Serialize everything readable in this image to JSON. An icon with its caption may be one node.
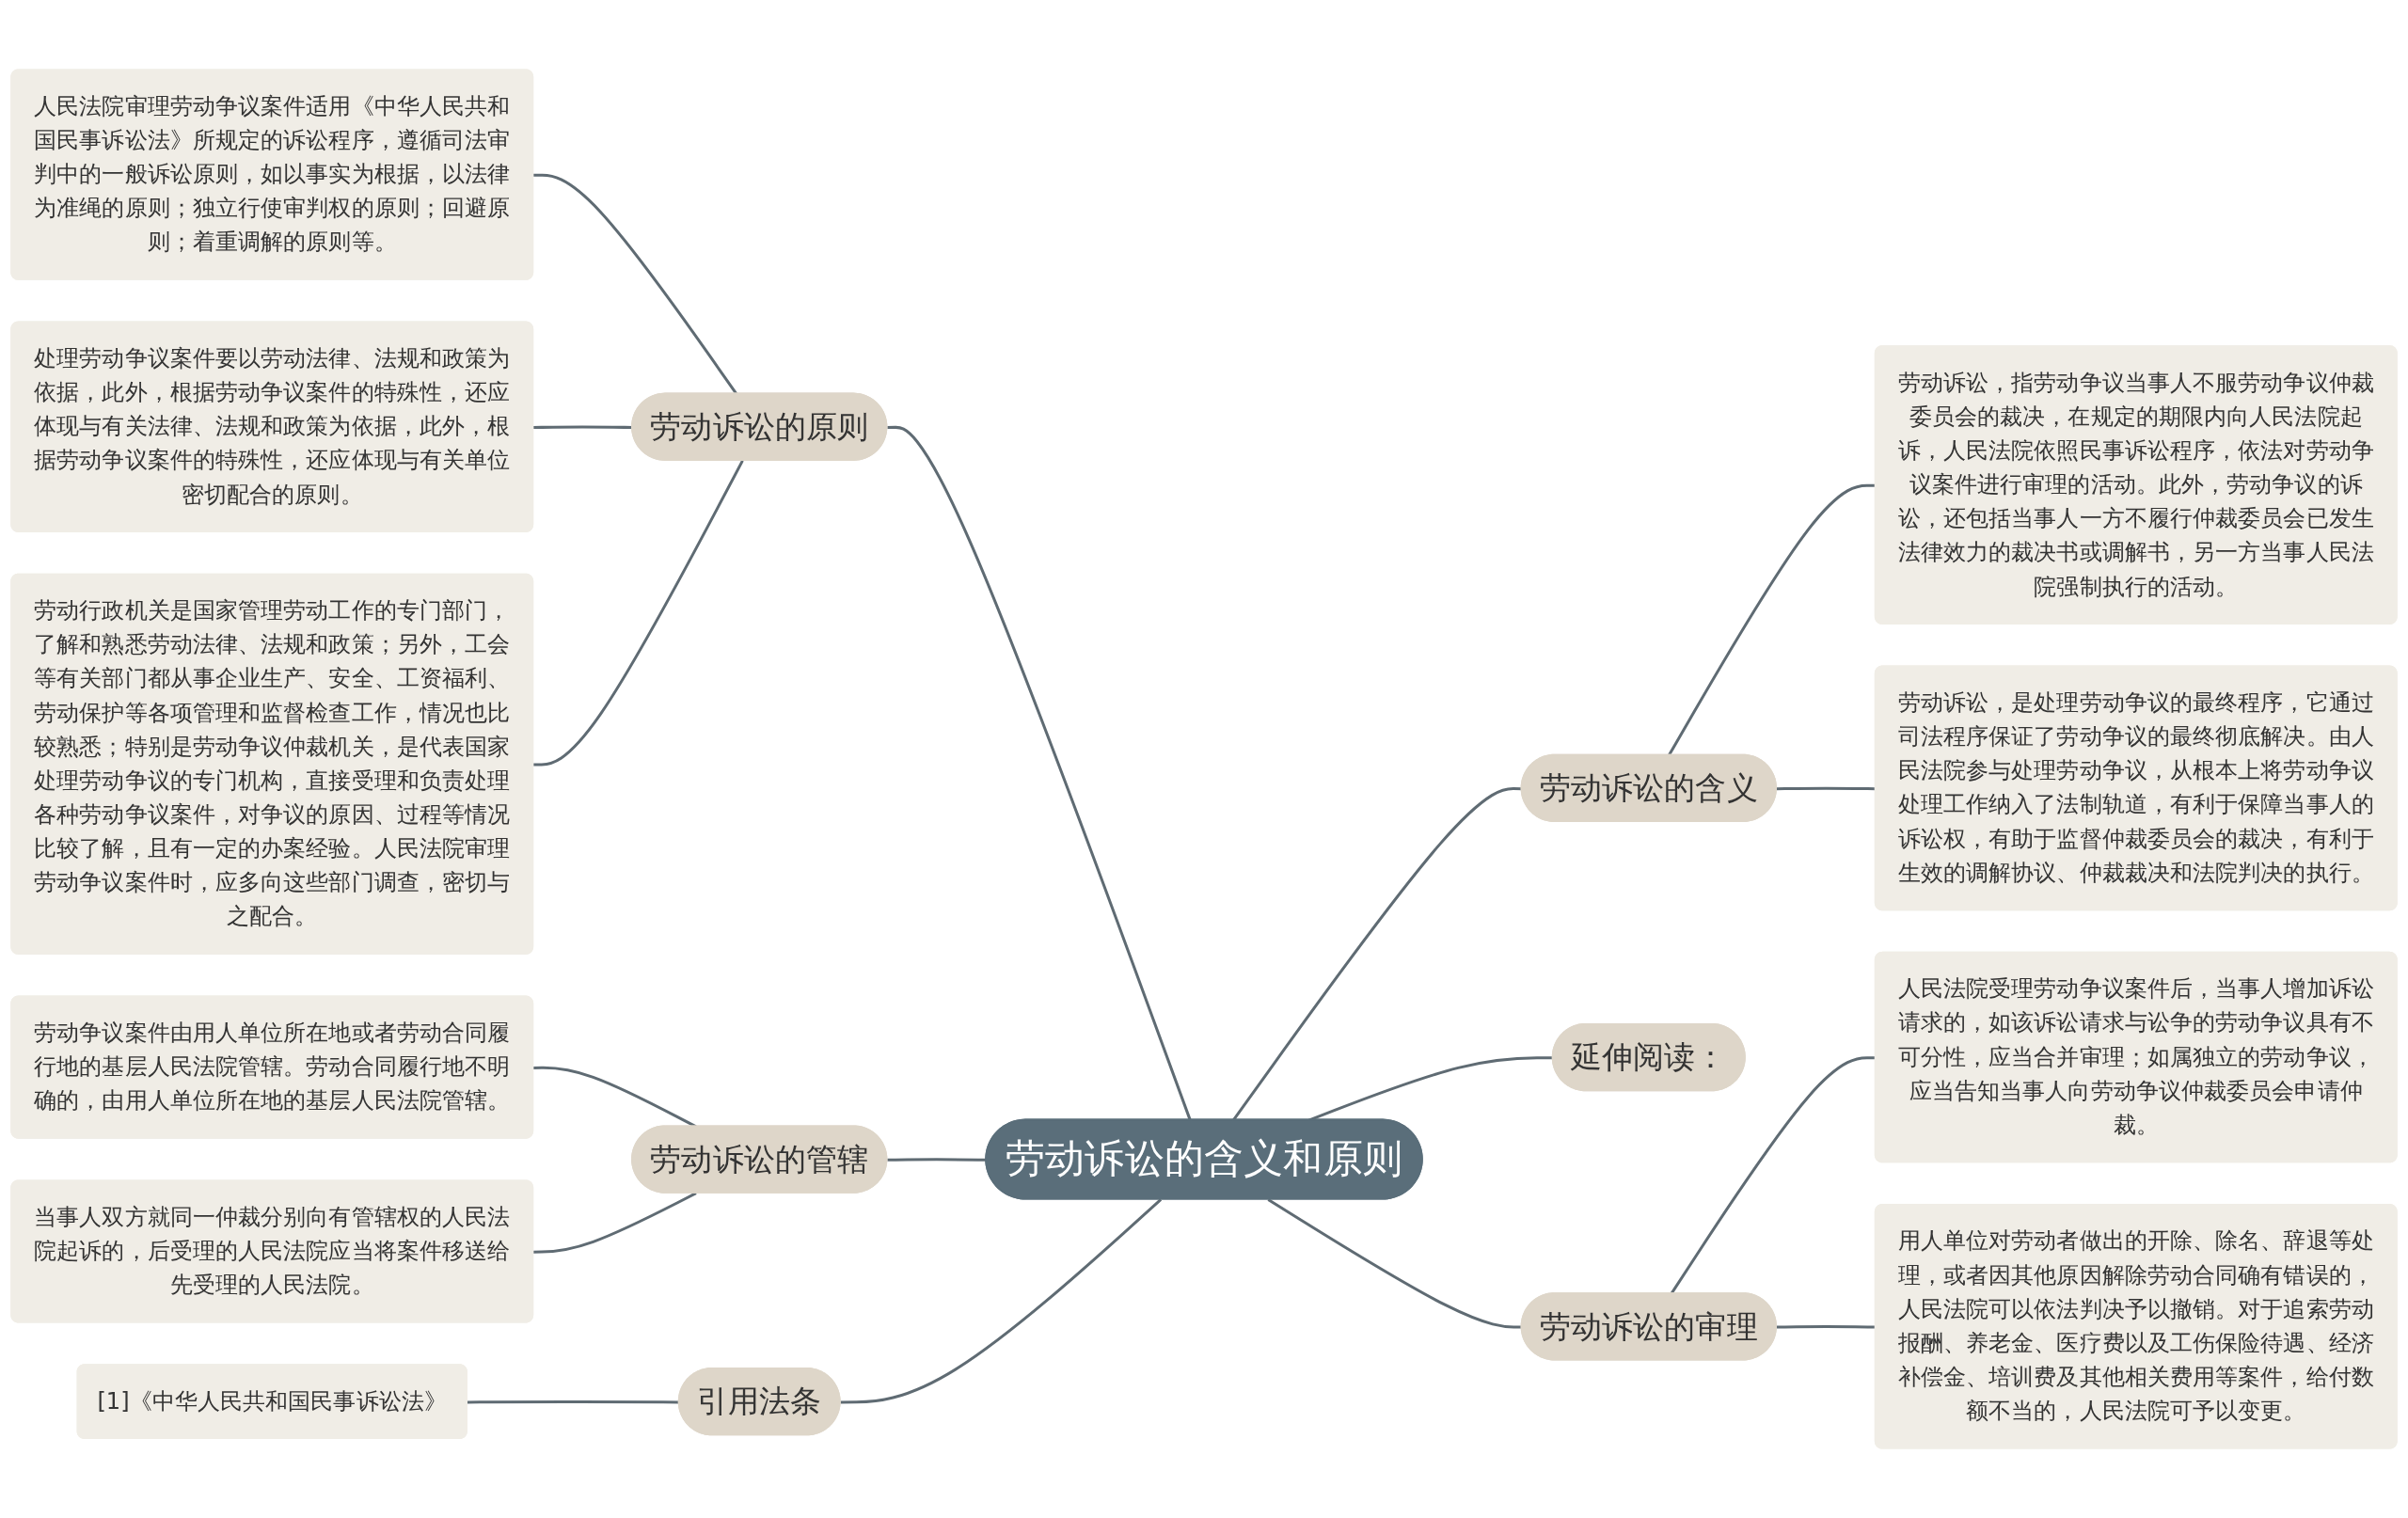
{
  "diagram": {
    "nodes": [
      {
        "text": [
          "劳动诉讼的含义和原则"
        ]
      },
      {
        "text": [
          "劳动诉讼的原则"
        ]
      },
      {
        "text": [
          "人民法院审理劳动争议案件适用《中华人民共和国民事诉讼法》所规定的诉讼程序，遵循司法审判中的一般诉讼原则，如以事实为根据，以法律为准绳的原则；独立行使审判权的原则；回避原则；着重调解的原则等。"
        ]
      },
      {
        "text": [
          "处理劳动争议案件要以劳动法律、法规和政策为依据，此外，根据劳动争议案件的特殊性，还应体现与有关法律、法规和政策为依据，此外，根据劳动争议案件的特殊性，还应体现与有关单位密切配合的原则。"
        ]
      },
      {
        "text": [
          "劳动行政机关是国家管理劳动工作的专门部门，了解和熟悉劳动法律、法规和政策；另外，工会等有关部门都从事企业生产、安全、工资福利、劳动保护等各项管理和监督检查工作，情况也比较熟悉；特别是劳动争议仲裁机关，是代表国家处理劳动争议的专门机构，直接受理和负责处理各种劳动争议案件，对争议的原因、过程等情况比较了解，且有一定的办案经验。人民法院审理劳动争议案件时，应多向这些部门调查，密切与之配合。"
        ]
      },
      {
        "text": [
          "劳动诉讼的管辖"
        ]
      },
      {
        "text": [
          "劳动争议案件由用人单位所在地或者劳动合同履行地的基层人民法院管辖。劳动合同履行地不明确的，由用人单位所在地的基层人民法院管辖。"
        ]
      },
      {
        "text": [
          "当事人双方就同一仲裁分别向有管辖权的人民法院起诉的，后受理的人民法院应当将案件移送给先受理的人民法院。"
        ]
      },
      {
        "text": [
          "引用法条"
        ]
      },
      {
        "text": [
          "[1]《中华人民共和国民事诉讼法》"
        ]
      },
      {
        "text": [
          "劳动诉讼的含义"
        ]
      },
      {
        "text": [
          "劳动诉讼，指劳动争议当事人不服劳动争议仲裁委员会的裁决，在规定的期限内向人民法院起诉，人民法院依照民事诉讼程序，依法对劳动争议案件进行审理的活动。此外，劳动争议的诉讼，还包括当事人一方不履行仲裁委员会已发生法律效力的裁决书或调解书，另一方当事人民法院强制执行的活动。"
        ]
      },
      {
        "text": [
          "劳动诉讼，是处理劳动争议的最终程序，它通过司法程序保证了劳动争议的最终彻底解决。由人民法院参与处理劳动争议，从根本上将劳动争议处理工作纳入了法制轨道，有利于保障当事人的诉讼权，有助于监督仲裁委员会的裁决，有利于生效的调解协议、仲裁裁决和法院判决的执行。"
        ]
      },
      {
        "text": [
          "延伸阅读："
        ]
      },
      {
        "text": [
          "劳动诉讼的审理"
        ]
      },
      {
        "text": [
          "人民法院受理劳动争议案件后，当事人增加诉讼请求的，如该诉讼请求与讼争的劳动争议具有不可分性，应当合并审理；如属独立的劳动争议，应当告知当事人向劳动争议仲裁委员会申请仲裁。"
        ]
      },
      {
        "text": [
          "用人单位对劳动者做出的开除、除名、辞退等处理，或者因其他原因解除劳动合同确有错误的，人民法院可以依法判决予以撤销。对于追索劳动报酬、养老金、医疗费以及工伤保险待遇、经济补偿金、培训费及其他相关费用等案件，给付数额不当的，人民法院可予以变更。"
        ]
      }
    ],
    "edges": [
      {
        "from": 0,
        "to": 1,
        "arrow": "none"
      },
      {
        "from": 1,
        "to": 2,
        "arrow": "none"
      },
      {
        "from": 1,
        "to": 3,
        "arrow": "none"
      },
      {
        "from": 1,
        "to": 4,
        "arrow": "none"
      },
      {
        "from": 0,
        "to": 5,
        "arrow": "none"
      },
      {
        "from": 5,
        "to": 6,
        "arrow": "none"
      },
      {
        "from": 5,
        "to": 7,
        "arrow": "none"
      },
      {
        "from": 0,
        "to": 8,
        "arrow": "none"
      },
      {
        "from": 8,
        "to": 9,
        "arrow": "none"
      },
      {
        "from": 0,
        "to": 10,
        "arrow": "none"
      },
      {
        "from": 10,
        "to": 11,
        "arrow": "none"
      },
      {
        "from": 10,
        "to": 12,
        "arrow": "none"
      },
      {
        "from": 0,
        "to": 13,
        "arrow": "none"
      },
      {
        "from": 0,
        "to": 14,
        "arrow": "none"
      },
      {
        "from": 14,
        "to": 15,
        "arrow": "none"
      },
      {
        "from": 14,
        "to": 16,
        "arrow": "none"
      }
    ]
  }
}
